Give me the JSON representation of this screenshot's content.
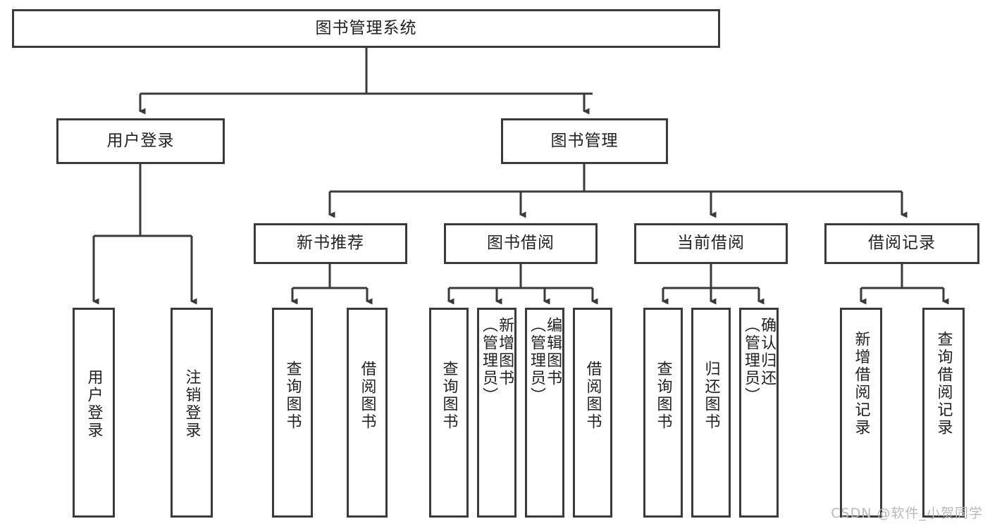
{
  "diagram": {
    "type": "tree-hierarchy",
    "title": "图书管理系统",
    "root": {
      "label": "图书管理系统"
    },
    "level2": [
      {
        "label": "用户登录"
      },
      {
        "label": "图书管理"
      }
    ],
    "level3": [
      {
        "label": "新书推荐"
      },
      {
        "label": "图书借阅"
      },
      {
        "label": "当前借阅"
      },
      {
        "label": "借阅记录"
      }
    ],
    "leaves": {
      "user_login": [
        {
          "label": "用户登录"
        },
        {
          "label": "注销登录"
        }
      ],
      "new_book_recommend": [
        {
          "label": "查询图书"
        },
        {
          "label": "借阅图书"
        }
      ],
      "book_borrow": [
        {
          "label": "查询图书"
        },
        {
          "label": "新增图书\n（管理员）"
        },
        {
          "label": "编辑图书\n（管理员）"
        },
        {
          "label": "借阅图书"
        }
      ],
      "current_borrow": [
        {
          "label": "查询图书"
        },
        {
          "label": "归还图书"
        },
        {
          "label": "确认归还\n（管理员）"
        }
      ],
      "borrow_record": [
        {
          "label": "新增借阅记录"
        },
        {
          "label": "查询借阅记录"
        }
      ]
    }
  },
  "watermark": {
    "text": "CSDN @软件_小贺同学"
  },
  "colors": {
    "border": "#3a3a3a",
    "background": "#ffffff",
    "text": "#222222",
    "watermark": "#b9b9b9"
  }
}
